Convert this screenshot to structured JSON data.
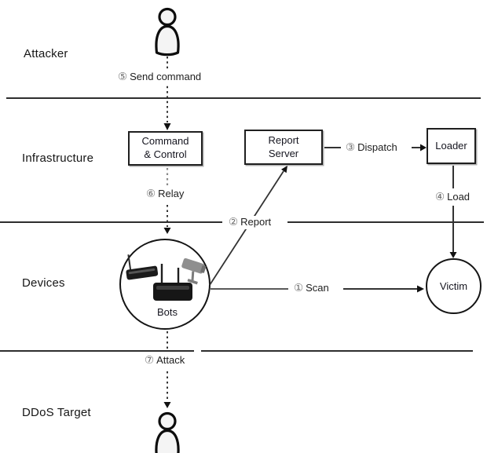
{
  "sections": {
    "attacker": "Attacker",
    "infrastructure": "Infrastructure",
    "devices": "Devices",
    "ddos_target": "DDoS Target"
  },
  "nodes": {
    "command_control": {
      "line1": "Command",
      "line2": "& Control"
    },
    "report_server": {
      "line1": "Report",
      "line2": "Server"
    },
    "loader": {
      "label": "Loader"
    },
    "bots": {
      "label": "Bots"
    },
    "victim": {
      "label": "Victim"
    }
  },
  "flows": {
    "scan": {
      "num": "①",
      "label": "Scan"
    },
    "report": {
      "num": "②",
      "label": "Report"
    },
    "dispatch": {
      "num": "③",
      "label": "Dispatch"
    },
    "load": {
      "num": "④",
      "label": "Load"
    },
    "send_command": {
      "num": "⑤",
      "label": "Send command"
    },
    "relay": {
      "num": "⑥",
      "label": "Relay"
    },
    "attack": {
      "num": "⑦",
      "label": "Attack"
    }
  },
  "icons": {
    "attacker": "person-icon",
    "ddos_target": "person-icon",
    "bots_devices": [
      "wireless-router-icon",
      "modem-router-icon",
      "cctv-camera-icon"
    ]
  },
  "colors": {
    "line": "#333333",
    "divider": "#2e2e2e",
    "box_border": "#1f1f1f",
    "text": "#161616",
    "circled_digit": "#6e6e6e",
    "device_dark": "#1b1b1b",
    "camera_gray": "#8f8f8f",
    "background": "#ffffff"
  }
}
